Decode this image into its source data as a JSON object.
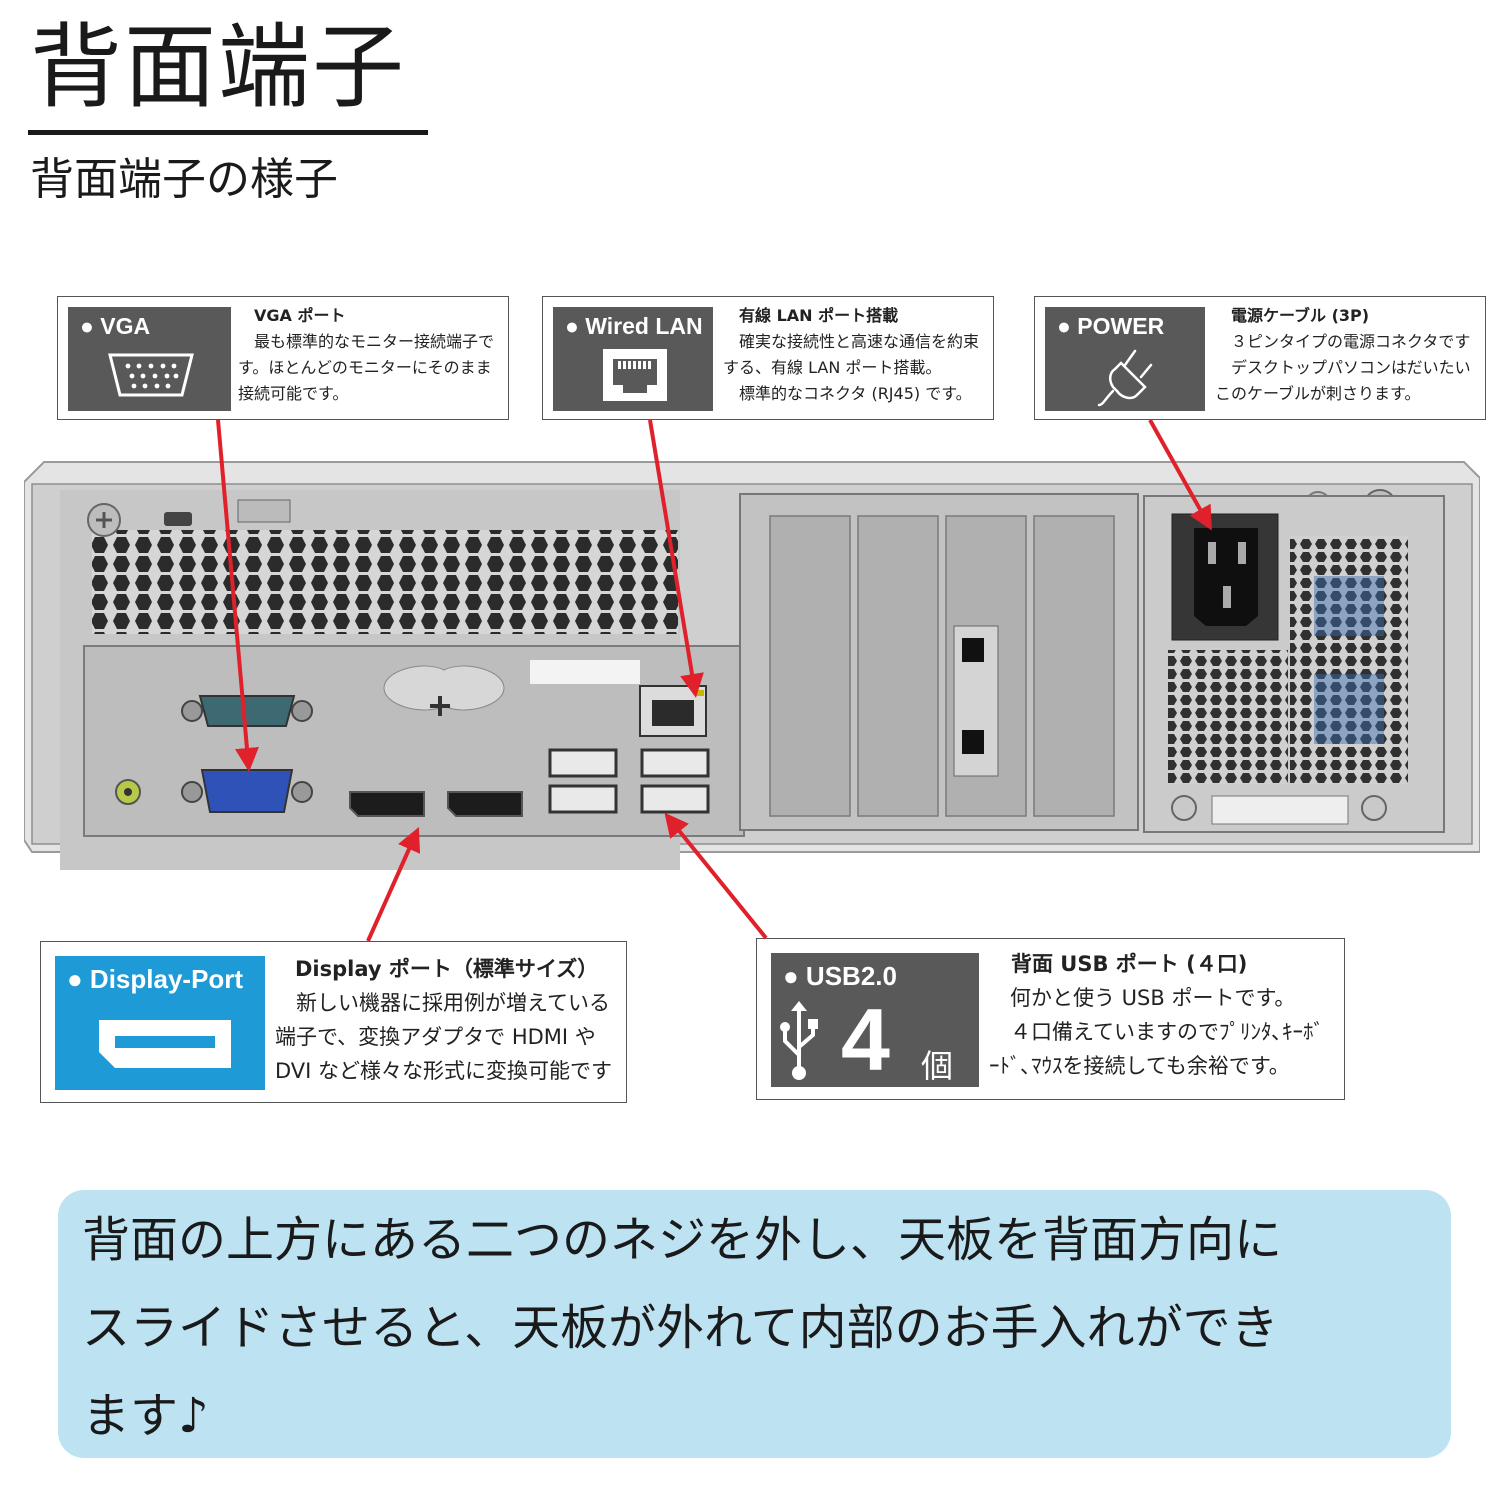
{
  "title": "背面端子",
  "subtitle": "背面端子の様子",
  "callouts": {
    "vga": {
      "badge": "● VGA",
      "icon": "vga-port-icon",
      "heading": "VGA ポート",
      "lines": [
        "　最も標準的なモニター接続端子で",
        "す。ほとんどのモニターにそのまま",
        "接続可能です。"
      ]
    },
    "lan": {
      "badge": "● Wired LAN",
      "icon": "ethernet-port-icon",
      "heading": "有線 LAN ポート搭載",
      "lines": [
        "　確実な接続性と高速な通信を約束",
        "する、有線 LAN ポート搭載。",
        "　標準的なコネクタ (RJ45) です。"
      ]
    },
    "power": {
      "badge": "● POWER",
      "icon": "power-plug-icon",
      "heading": "電源ケーブル (3P)",
      "lines": [
        "　３ピンタイプの電源コネクタです",
        "　デスクトップパソコンはだいたい",
        "このケーブルが刺さります。"
      ]
    },
    "displayport": {
      "badge": "● Display-Port",
      "icon": "displayport-icon",
      "heading": "Display ポート（標準サイズ）",
      "lines": [
        "　新しい機器に採用例が増えている",
        "端子で、変換アダプタで HDMI や",
        "DVI など様々な形式に変換可能です"
      ]
    },
    "usb": {
      "badge": "● USB2.0",
      "icon": "usb-icon",
      "count": "4",
      "count_unit": "個",
      "heading": "背面 USB ポート (４口)",
      "lines": [
        "　何かと使う USB ポートです。",
        "　４口備えていますのでﾌﾟﾘﾝﾀ､ｷｰﾎﾞ",
        "ｰﾄﾞ､ﾏｳｽを接続しても余裕です。"
      ]
    }
  },
  "note": {
    "lines": [
      "背面の上方にある二つのネジを外し、天板を背面方向に",
      "スライドさせると、天板が外れて内部のお手入れができ",
      "ます♪"
    ]
  },
  "colors": {
    "arrow": "#e0202a",
    "badge": "#5a5959",
    "badge_blue": "#1e9ad6",
    "note_bg": "#bde3f3"
  }
}
